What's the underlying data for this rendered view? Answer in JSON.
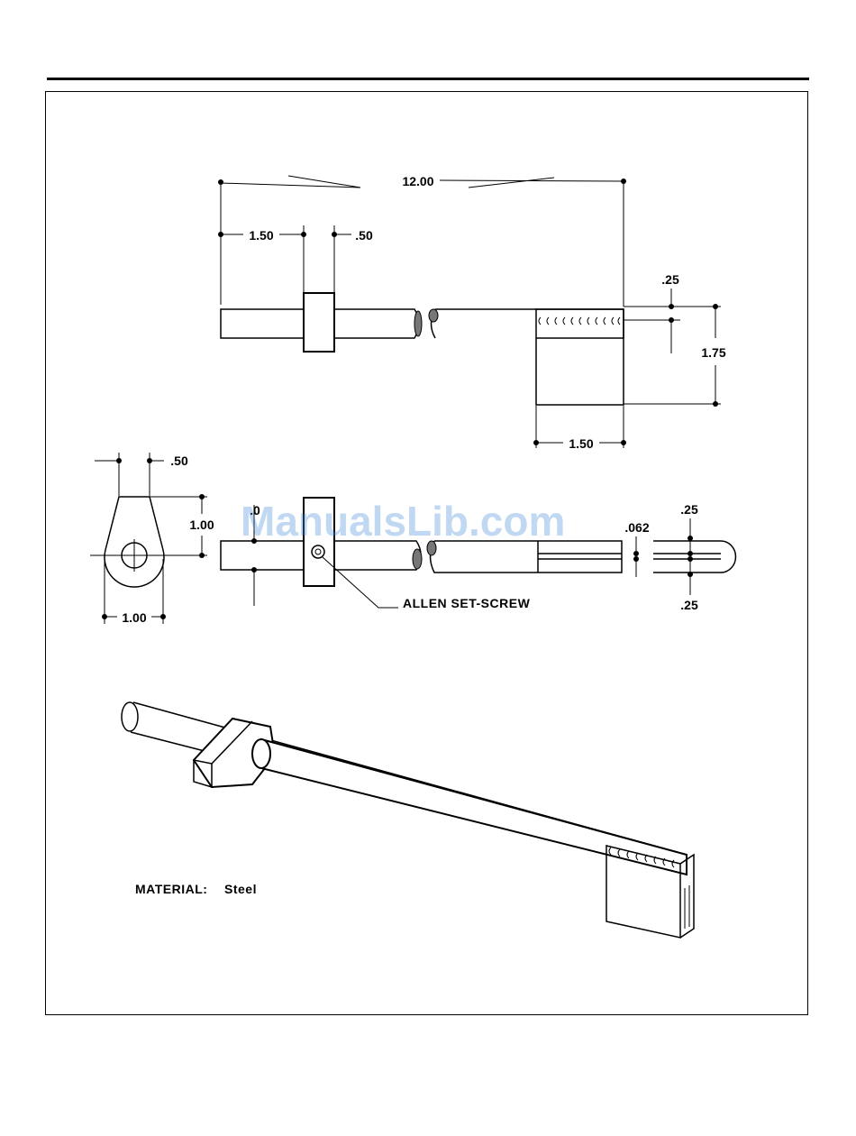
{
  "drawing": {
    "top_view": {
      "overall_length": "12.00",
      "collar_offset": "1.50",
      "collar_width": ".50",
      "bit_offset": ".25",
      "bit_height": "1.75",
      "bit_width": "1.50"
    },
    "side_view": {
      "collar_top": ".50",
      "collar_height": "1.00",
      "collar_width": "1.00",
      "slot_width": ".062",
      "tip_upper": ".25",
      "tip_lower": ".25",
      "partial_label": ".0",
      "callout": "ALLEN SET-SCREW"
    },
    "material_label": "MATERIAL:",
    "material_value": "Steel"
  },
  "watermark": "ManualsLib.com"
}
